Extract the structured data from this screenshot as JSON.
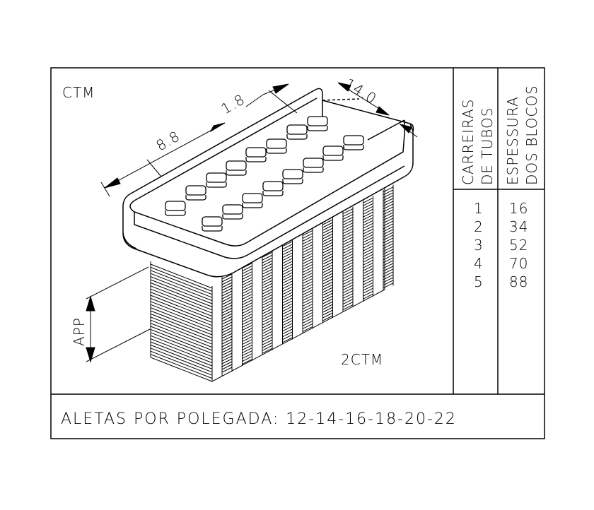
{
  "labels": {
    "ctm": "CTM",
    "ctm2": "2CTM",
    "app": "APP",
    "dim_8_8": "8.8",
    "dim_1_8": "1.8",
    "dim_14_0": "14.0"
  },
  "table": {
    "header_col1_line1": "CARREIRAS",
    "header_col1_line2": "DE TUBOS",
    "header_col2_line1": "ESPESSURA",
    "header_col2_line2": "DOS BLOCOS",
    "rows": [
      {
        "rows_of_tubes": "1",
        "thickness": "16"
      },
      {
        "rows_of_tubes": "2",
        "thickness": "34"
      },
      {
        "rows_of_tubes": "3",
        "thickness": "52"
      },
      {
        "rows_of_tubes": "4",
        "thickness": "70"
      },
      {
        "rows_of_tubes": "5",
        "thickness": "88"
      }
    ]
  },
  "footer": {
    "text": "ALETAS POR POLEGADA: 12-14-16-18-20-22"
  },
  "colors": {
    "line": "#000000",
    "background": "#ffffff"
  }
}
